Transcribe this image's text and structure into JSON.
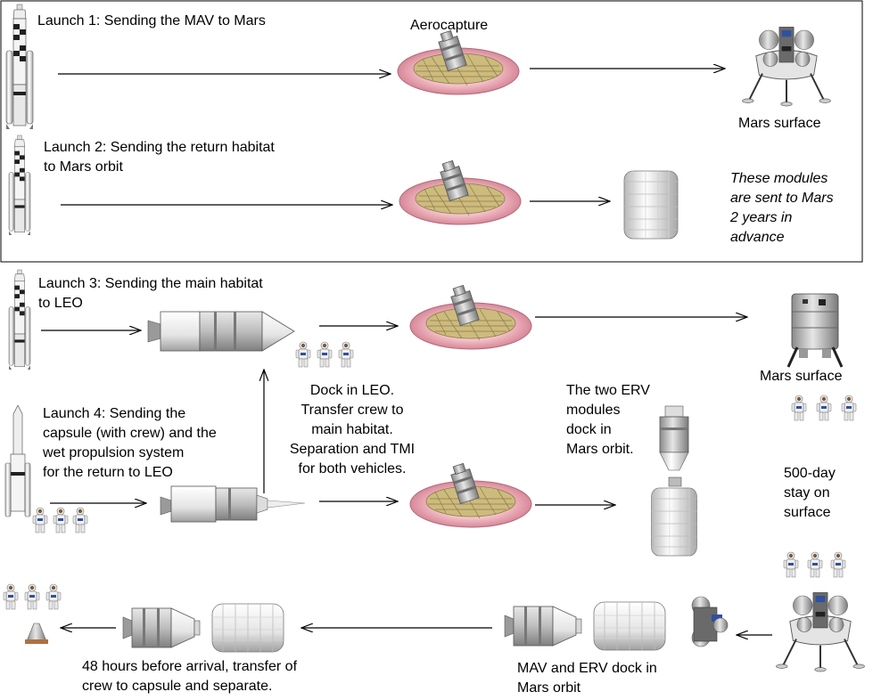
{
  "labels": {
    "launch1": "Launch 1: Sending the MAV to Mars",
    "aerocapture": "Aerocapture",
    "mars_surface_1": "Mars surface",
    "launch2": "Launch 2: Sending the return habitat\nto Mars orbit",
    "advance_note": "These modules\nare sent to Mars\n2 years in\nadvance",
    "launch3": "Launch 3: Sending the main habitat\nto LEO",
    "mars_surface_2": "Mars surface",
    "dock_leo": "Dock in LEO.\nTransfer crew to\nmain habitat.\nSeparation and TMI\nfor both vehicles.",
    "erv_dock": "The two ERV\nmodules\ndock in\nMars orbit.",
    "launch4": "Launch 4: Sending the\ncapsule (with crew) and the\nwet propulsion system\nfor the return to LEO",
    "stay": "500-day\nstay on\nsurface",
    "transfer": "48 hours before arrival, transfer of\ncrew to capsule and separate.",
    "mav_erv": "MAV and ERV dock in\nMars orbit"
  },
  "colors": {
    "heatshield": "#f0b8c0",
    "heatshield_edge": "#c07080",
    "lattice": "#d8c890",
    "metal": "#c8c8c8",
    "metal_dark": "#808080",
    "white_module": "#f2f2f2",
    "rocket_black": "#202020"
  }
}
